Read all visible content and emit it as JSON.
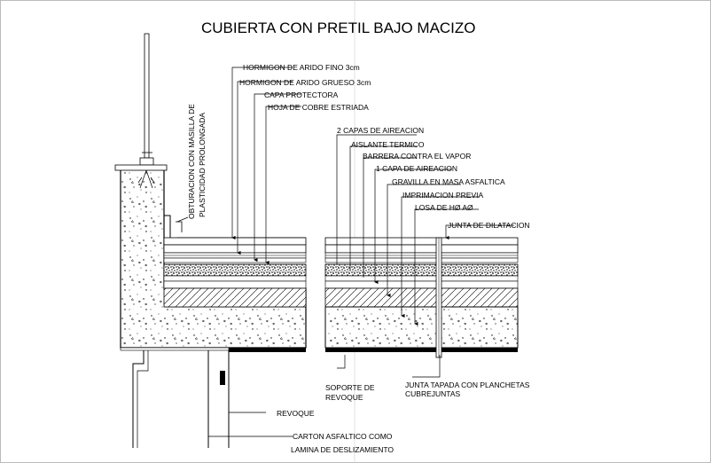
{
  "title": "CUBIERTA CON PRETIL BAJO MACIZO",
  "labels": {
    "hormigon_fino": "HORMIGON DE ARIDO FINO 3cm",
    "hormigon_grueso": "HORMIGON DE ARIDO GRUESO 3cm",
    "capa_protectora": "CAPA PROTECTORA",
    "hoja_cobre": "HOJA DE COBRE ESTRIADA",
    "capas_aireacion": "2 CAPAS DE AIREACION",
    "aislante": "AISLANTE TERMICO",
    "barrera": "BARRERA CONTRA EL VAPOR",
    "una_capa": "1 CAPA DE AIREACION",
    "gravilla": "GRAVILLA EN MASA ASFALTICA",
    "imprimacion": "IMPRIMACION PREVIA",
    "losa": "LOSA DE HØ AØ",
    "junta_dilatacion": "JUNTA DE DILATACION",
    "obturacion_1": "OBTURACION CON MASILLA DE",
    "obturacion_2": "PLASTICIDAD PROLONGADA",
    "soporte_1": "SOPORTE DE",
    "soporte_2": "REVOQUE",
    "junta_tapada_1": "JUNTA TAPADA CON PLANCHETAS",
    "junta_tapada_2": "CUBREJUNTAS",
    "revoque": "REVOQUE",
    "carton_1": "CARTON ASFALTICO COMO",
    "carton_2": "LAMINA DE DESLIZAMIENTO"
  },
  "colors": {
    "ink": "#000000",
    "paper": "#ffffff",
    "frame": "#bbbbbb"
  }
}
